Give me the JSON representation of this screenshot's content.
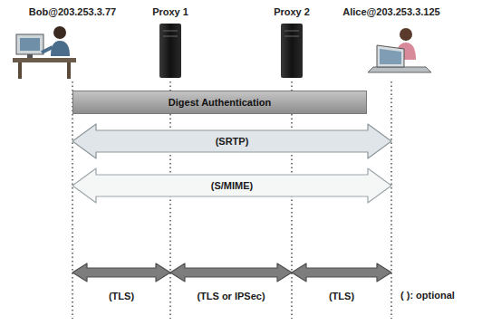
{
  "diagram": {
    "nodes": [
      {
        "text": [
          "Bob@203.253.3.77"
        ]
      },
      {
        "text": [
          "Proxy 1"
        ]
      },
      {
        "text": [
          "Proxy 2"
        ]
      },
      {
        "text": [
          "Alice@203.253.3.125"
        ]
      },
      {
        "text": [
          "Digest Authentication"
        ]
      }
    ],
    "edges": [
      {
        "from": 0,
        "to": 3,
        "arrow": "both",
        "label": "(SRTP)"
      },
      {
        "from": 0,
        "to": 3,
        "arrow": "both",
        "label": "(S/MIME)"
      },
      {
        "from": 0,
        "to": 1,
        "arrow": "both",
        "label": "(TLS)"
      },
      {
        "from": 1,
        "to": 2,
        "arrow": "both",
        "label": "(TLS or IPSec)"
      },
      {
        "from": 2,
        "to": 3,
        "arrow": "both",
        "label": "(TLS)"
      }
    ],
    "labels": [
      "( ): optional"
    ]
  }
}
